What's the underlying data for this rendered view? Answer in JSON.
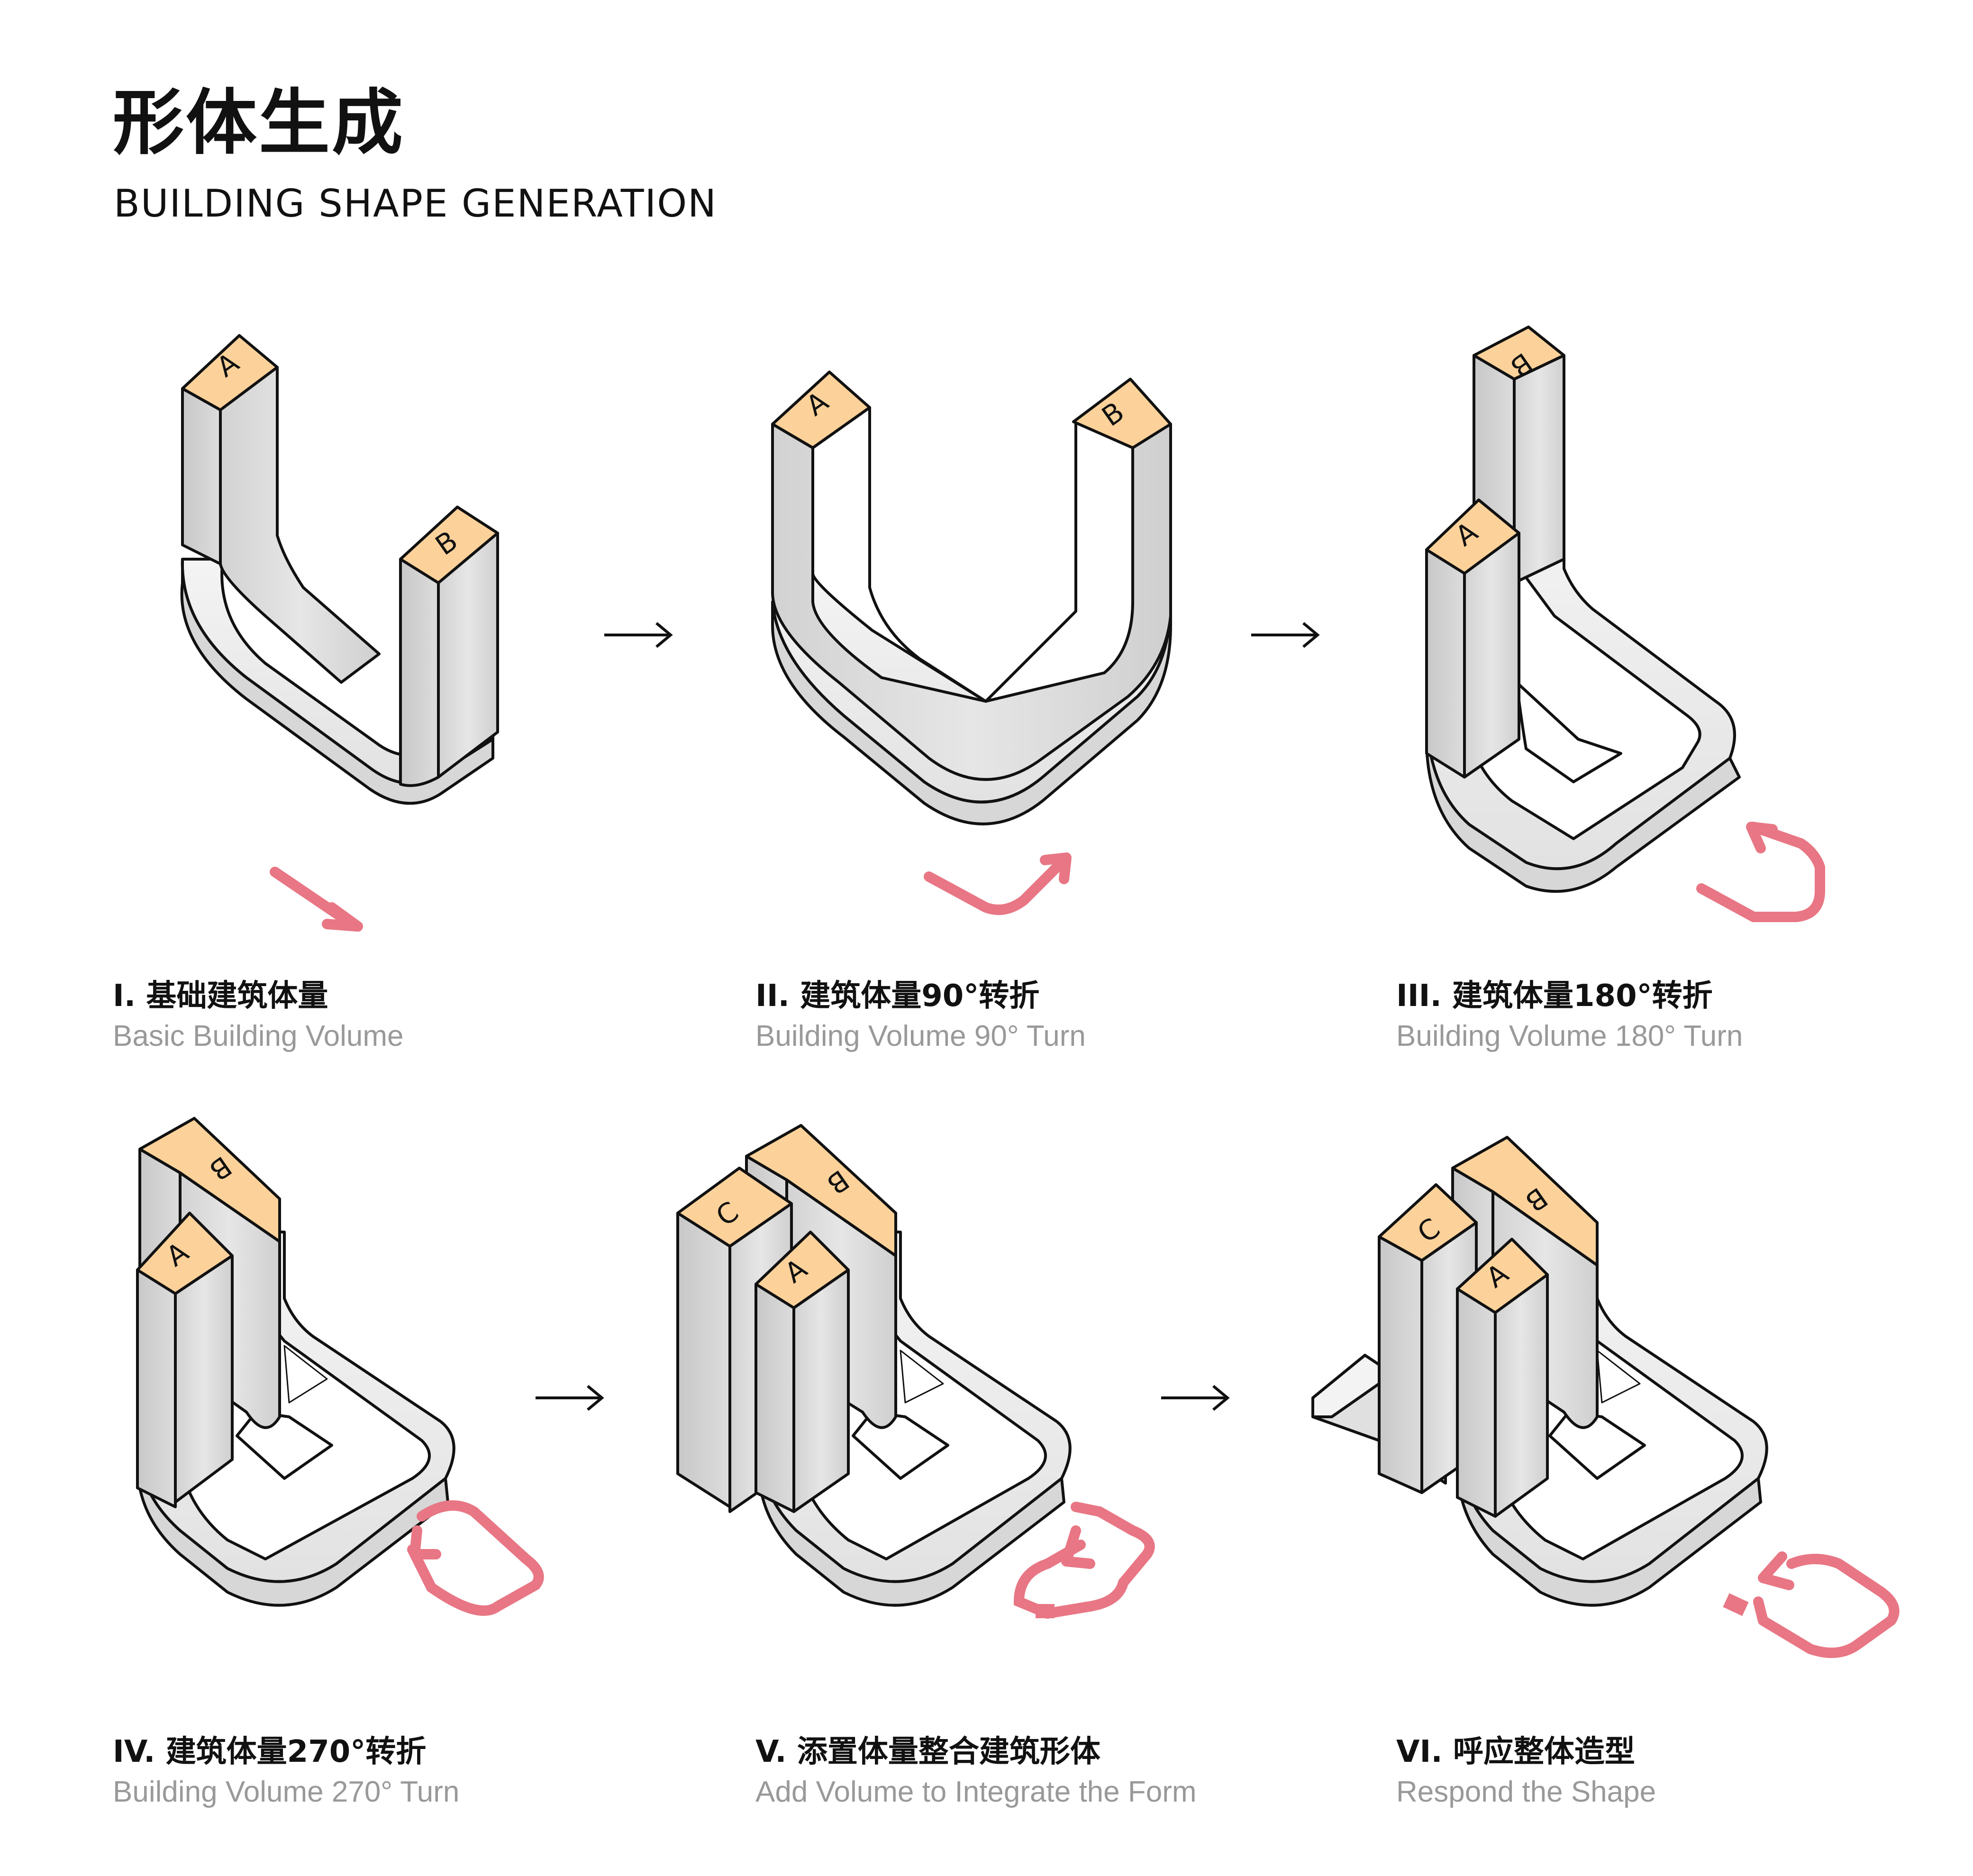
{
  "header": {
    "title_zh": "形体生成",
    "title_en": "BUILDING SHAPE GENERATION"
  },
  "steps": [
    {
      "zh": "I.  基础建筑体量",
      "en": "Basic Building Volume",
      "blocks": [
        "A",
        "B"
      ]
    },
    {
      "zh": "II. 建筑体量90°转折",
      "en": "Building Volume 90° Turn",
      "blocks": [
        "A",
        "B"
      ]
    },
    {
      "zh": "III. 建筑体量180°转折",
      "en": "Building Volume 180° Turn",
      "blocks": [
        "A",
        "B"
      ]
    },
    {
      "zh": "IV. 建筑体量270°转折",
      "en": "Building Volume 270° Turn",
      "blocks": [
        "A",
        "B"
      ]
    },
    {
      "zh": "V. 添置体量整合建筑形体",
      "en": "Add Volume to Integrate the Form",
      "blocks": [
        "A",
        "B",
        "C"
      ]
    },
    {
      "zh": "VI. 呼应整体造型",
      "en": "Respond the Shape",
      "blocks": [
        "A",
        "B",
        "C"
      ]
    }
  ],
  "colors": {
    "top_face": "#FDD29A",
    "mass_light": "#EFEFEF",
    "mass_mid": "#DCDCDC",
    "mass_dark": "#C9C9C9",
    "turn_arrow": "#E87684",
    "flow_arrow": "#111111"
  },
  "icons": {
    "flow_arrow": "right-arrow-icon",
    "turn_arrow": "turn-arrow-icon"
  }
}
